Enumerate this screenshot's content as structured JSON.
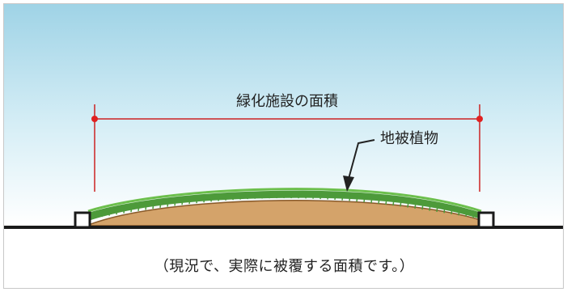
{
  "diagram": {
    "dimension_label": "緑化施設の面積",
    "vegetation_label": "地被植物",
    "caption": "（現況で、実際に被覆する面積です。）"
  },
  "colors": {
    "sky_top": "#9fd3e6",
    "sky_bottom": "#ffffff",
    "dimension_line": "#cc2222",
    "dimension_point": "#e02020",
    "soil": "#d4a36a",
    "soil_edge": "#8a5a2a",
    "grass": "#4d9a3a",
    "grass_light": "#6cbf4c",
    "ground_line": "#1a1a1a",
    "arrow": "#222222",
    "curb": "#ffffff"
  }
}
